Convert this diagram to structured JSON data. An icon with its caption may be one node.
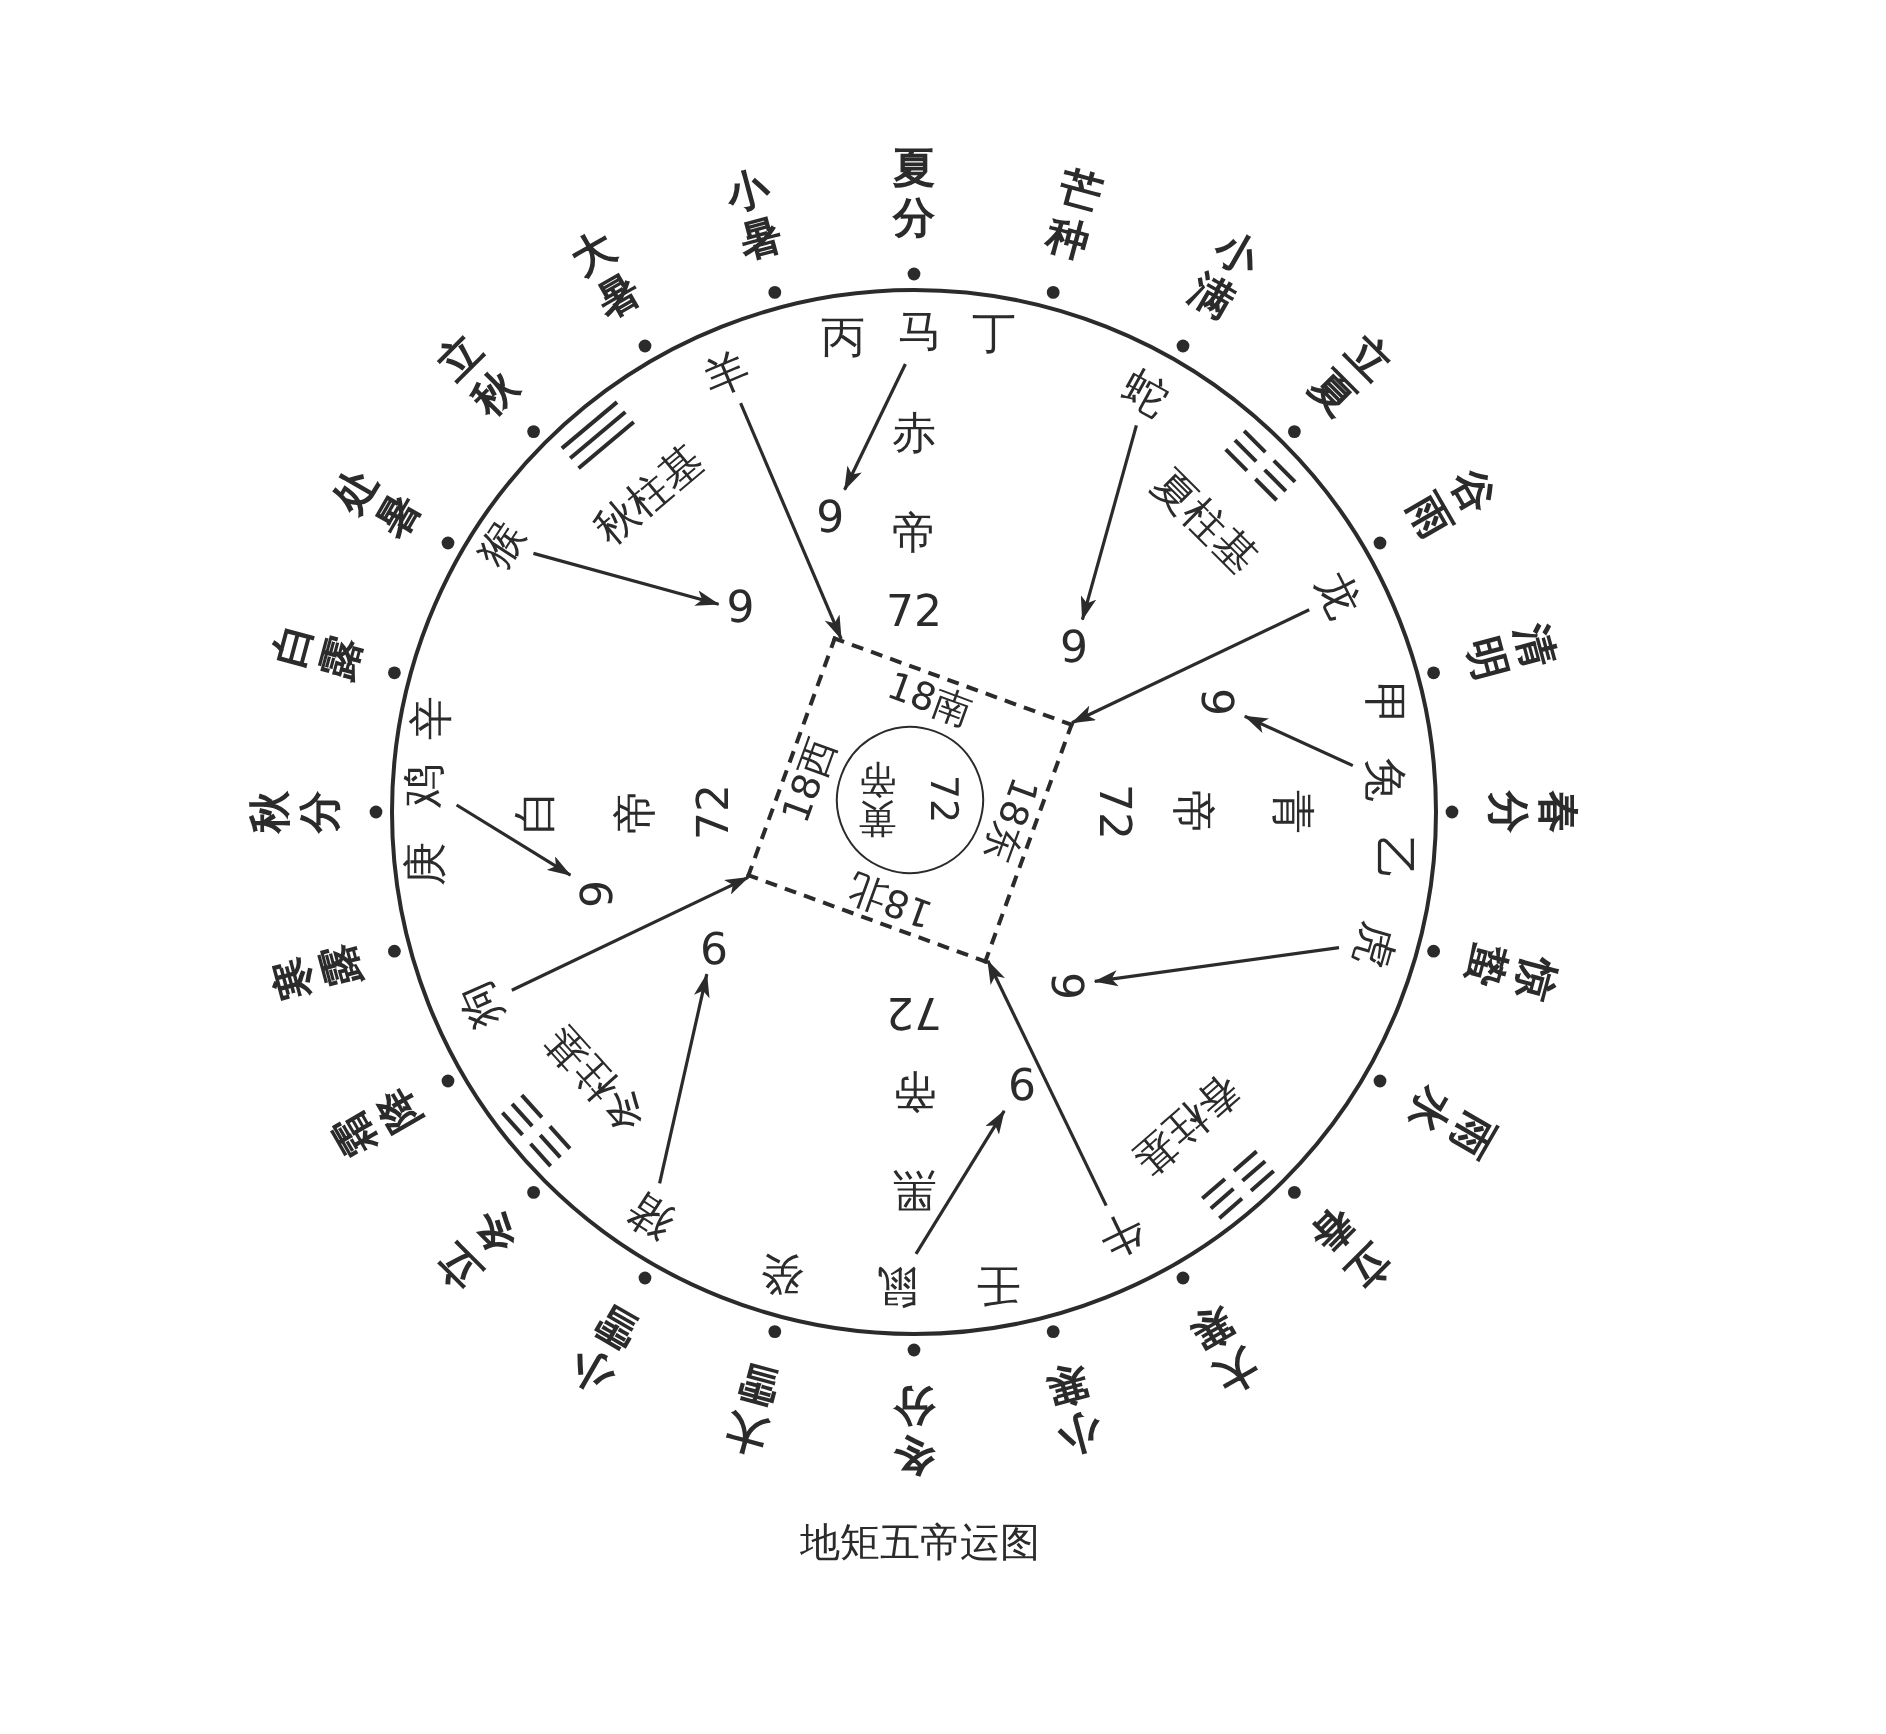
{
  "diagram": {
    "caption": "地矩五帝运图",
    "nodes": [
      {
        "text": [],
        "shape": "circle"
      },
      {
        "text": [
          "马"
        ],
        "in": 0
      },
      {
        "text": [
          "蛇"
        ],
        "in": 0
      },
      {
        "text": [
          "龙"
        ],
        "in": 0
      },
      {
        "text": [
          "兔"
        ],
        "in": 0
      },
      {
        "text": [
          "虎"
        ],
        "in": 0
      },
      {
        "text": [
          "牛"
        ],
        "in": 0
      },
      {
        "text": [
          "鼠"
        ],
        "in": 0
      },
      {
        "text": [
          "猪"
        ],
        "in": 0
      },
      {
        "text": [
          "狗"
        ],
        "in": 0
      },
      {
        "text": [
          "鸡"
        ],
        "in": 0
      },
      {
        "text": [
          "猴"
        ],
        "in": 0
      },
      {
        "text": [
          "羊"
        ],
        "in": 0
      },
      {
        "text": [
          "9"
        ],
        "in": 0
      },
      {
        "text": [
          "9"
        ],
        "in": 0
      },
      {
        "text": [
          "9"
        ],
        "in": 0
      },
      {
        "text": [
          "9"
        ],
        "in": 0
      },
      {
        "text": [
          "9"
        ],
        "in": 0
      },
      {
        "text": [
          "9"
        ],
        "in": 0
      },
      {
        "text": [
          "9"
        ],
        "in": 0
      },
      {
        "text": [
          "9"
        ],
        "in": 0
      },
      {
        "text": [
          "18南",
          "18东",
          "18北",
          "18西"
        ],
        "in": 0
      },
      {
        "text": [
          "黄帝",
          "72"
        ],
        "in": 21
      }
    ],
    "edges": [
      {
        "from": 1,
        "to": 13,
        "arrow": "to"
      },
      {
        "from": 2,
        "to": 14,
        "arrow": "to"
      },
      {
        "from": 3,
        "to": 21,
        "arrow": "to"
      },
      {
        "from": 4,
        "to": 15,
        "arrow": "to"
      },
      {
        "from": 5,
        "to": 16,
        "arrow": "to"
      },
      {
        "from": 6,
        "to": 21,
        "arrow": "to"
      },
      {
        "from": 7,
        "to": 17,
        "arrow": "to"
      },
      {
        "from": 8,
        "to": 18,
        "arrow": "to"
      },
      {
        "from": 9,
        "to": 21,
        "arrow": "to"
      },
      {
        "from": 10,
        "to": 19,
        "arrow": "to"
      },
      {
        "from": 11,
        "to": 20,
        "arrow": "to"
      },
      {
        "from": 12,
        "to": 21,
        "arrow": "to"
      }
    ],
    "labels": [
      "夏分",
      "芒种",
      "小满",
      "立夏",
      "谷雨",
      "清明",
      "春分",
      "惊蛰",
      "雨水",
      "立春",
      "大寒",
      "小寒",
      "冬分",
      "大雪",
      "小雪",
      "立冬",
      "霜降",
      "寒露",
      "秋分",
      "白露",
      "处暑",
      "立秋",
      "大暑",
      "小暑",
      "丙",
      "丁",
      "夏柱基",
      "甲",
      "乙",
      "春柱基",
      "壬",
      "癸",
      "冬柱基",
      "庚",
      "辛",
      "秋柱基",
      "赤帝",
      "72",
      "青帝",
      "72",
      "黑帝",
      "72",
      "白帝",
      "72"
    ]
  }
}
